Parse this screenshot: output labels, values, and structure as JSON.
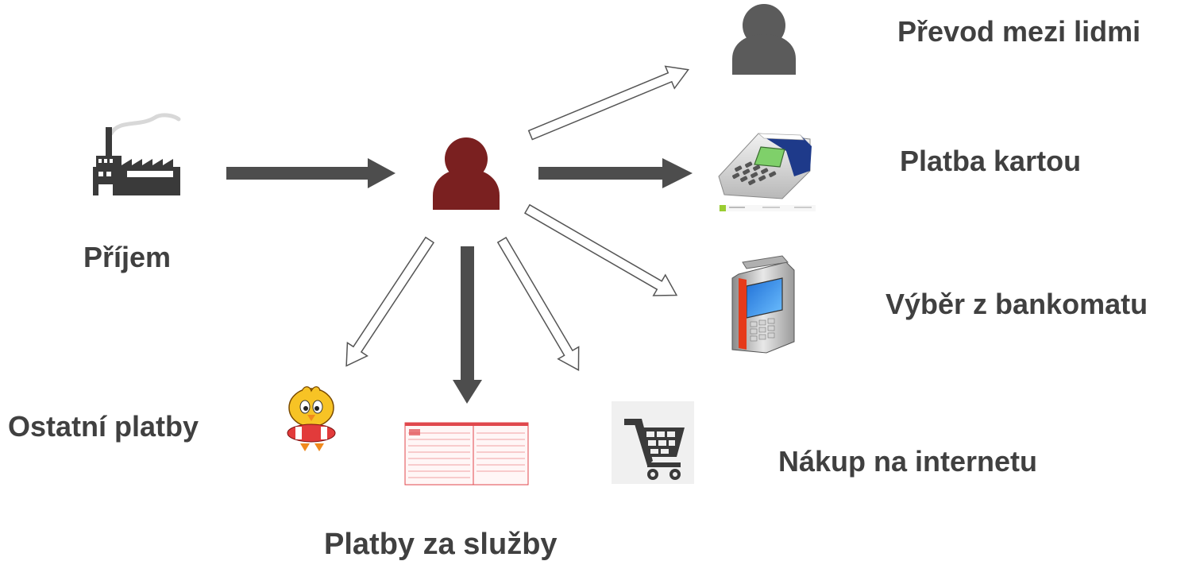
{
  "labels": {
    "income": "Příjem",
    "p2p": "Převod mezi lidmi",
    "card": "Platba kartou",
    "atm": "Výběr z bankomatu",
    "other": "Ostatní platby",
    "online": "Nákup na internetu",
    "services": "Platby za služby"
  },
  "icons": {
    "income": "factory-icon",
    "center": "user-icon",
    "p2p": "user-icon",
    "card": "card-terminal-icon",
    "atm": "atm-icon",
    "other": "chick-lifebuoy-icon",
    "services": "payment-slip-icon",
    "online": "shopping-cart-icon"
  },
  "colors": {
    "arrow_solid": "#4d4d4d",
    "center_person": "#7a2020",
    "gray_person": "#5b5b5b",
    "text": "#404040",
    "slip_red": "#e0474c"
  }
}
